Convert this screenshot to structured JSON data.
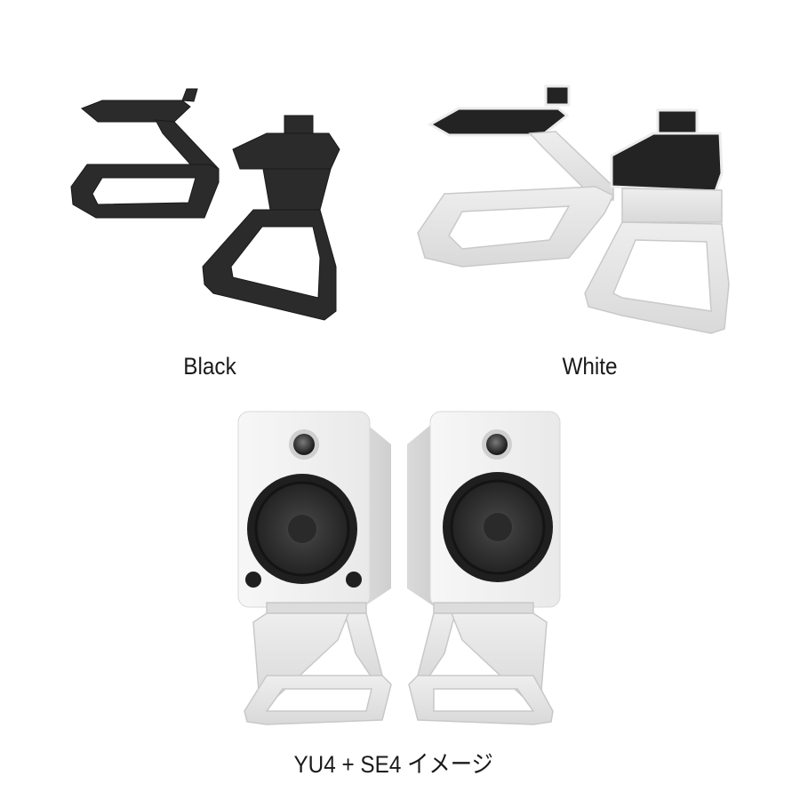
{
  "captions": {
    "black": "Black",
    "white": "White",
    "combo": "YU4 + SE4 イメージ"
  },
  "colors": {
    "stand_black": "#2a2a2a",
    "stand_white": "#f4f4f4",
    "pad": "#1f1f1f",
    "speaker_body": "#f2f2f2",
    "driver_cone": "#3a3a3a"
  }
}
